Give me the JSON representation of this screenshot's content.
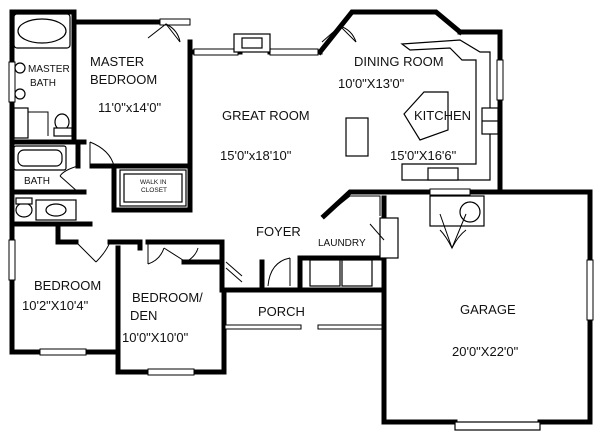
{
  "rooms": {
    "master_bath": {
      "line1": "MASTER",
      "line2": "BATH"
    },
    "master_bedroom": {
      "line1": "MASTER",
      "line2": "BEDROOM",
      "size": "11'0\"x14'0\""
    },
    "walk_in_closet": {
      "line1": "WALK IN",
      "line2": "CLOSET"
    },
    "bath": {
      "name": "BATH"
    },
    "great_room": {
      "name": "GREAT ROOM",
      "size": "15'0\"x18'10\""
    },
    "dining_room": {
      "name": "DINING ROOM",
      "size": "10'0\"X13'0\""
    },
    "kitchen": {
      "name": "KITCHEN",
      "size": "15'0\"X16'6\""
    },
    "foyer": {
      "name": "FOYER"
    },
    "laundry": {
      "name": "LAUNDRY"
    },
    "bedroom": {
      "name": "BEDROOM",
      "size": "10'2\"X10'4\""
    },
    "bedroom_den": {
      "line1": "BEDROOM/",
      "line2": "DEN",
      "size": "10'0\"X10'0\""
    },
    "porch": {
      "name": "PORCH"
    },
    "garage": {
      "name": "GARAGE",
      "size": "20'0\"X22'0\""
    }
  }
}
